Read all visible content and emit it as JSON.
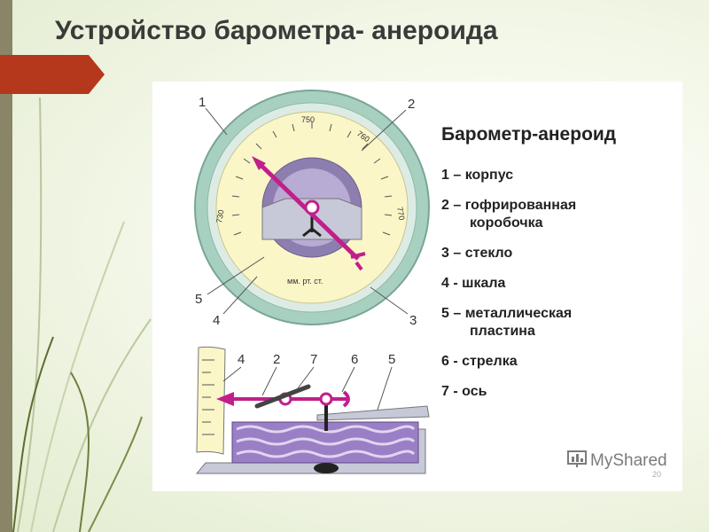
{
  "slide": {
    "title": "Устройство барометра- анероида",
    "number": "20"
  },
  "dial": {
    "unit_label": "мм. рт. ст.",
    "scale_labels": [
      "730",
      "750",
      "760",
      "770"
    ],
    "callouts": [
      "1",
      "2",
      "3",
      "4",
      "5"
    ]
  },
  "mechanism": {
    "callouts": [
      "4",
      "2",
      "7",
      "6",
      "5"
    ]
  },
  "legend": {
    "title": "Барометр-анероид",
    "items": [
      {
        "num": "1",
        "text": "– корпус",
        "text2": ""
      },
      {
        "num": "2",
        "text": "– гофрированная",
        "text2": "коробочка"
      },
      {
        "num": "3",
        "text": "– стекло",
        "text2": ""
      },
      {
        "num": "4",
        "text": "- шкала",
        "text2": ""
      },
      {
        "num": "5",
        "text": "– металлическая",
        "text2": "пластина"
      },
      {
        "num": "6",
        "text": "- стрелка",
        "text2": ""
      },
      {
        "num": "7",
        "text": "- ось",
        "text2": ""
      }
    ]
  },
  "watermark": {
    "text": "MyShared"
  },
  "colors": {
    "accent_red": "#b5371c",
    "pointer": "#c21f8b",
    "dial_face": "#fbf6c8",
    "case_ring": "#a8d0c0",
    "bellows": "#9b7fc6"
  }
}
